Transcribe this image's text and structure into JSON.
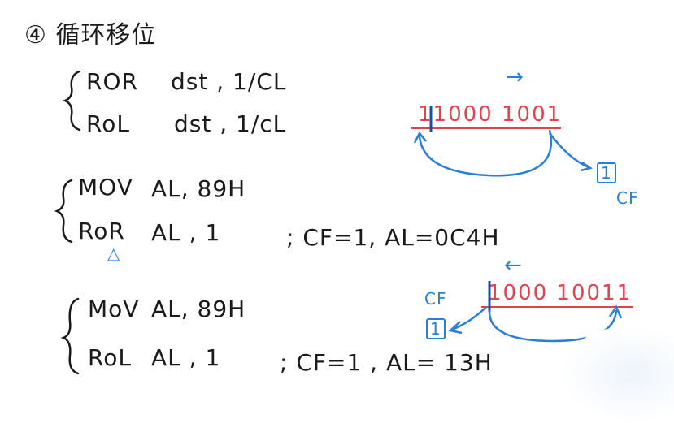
{
  "title": "④ 循环移位",
  "format": {
    "ror": {
      "mnemonic": "ROR",
      "operands": "dst , 1/CL"
    },
    "rol": {
      "mnemonic": "RoL",
      "operands": "dst , 1/cL"
    }
  },
  "example1": {
    "mov": {
      "mnemonic": "MOV",
      "operands": "AL, 89H"
    },
    "op": {
      "mnemonic": "RoR",
      "operands": "AL , 1"
    },
    "comment": "; CF=1,  AL=0C4H",
    "marker": "△"
  },
  "example2": {
    "mov": {
      "mnemonic": "MoV",
      "operands": "AL, 89H"
    },
    "op": {
      "mnemonic": "RoL",
      "operands": "AL , 1"
    },
    "comment": "; CF=1 , AL= 13H"
  },
  "diagram_ror": {
    "direction_arrow": "→",
    "bits_first": "1",
    "bits_rest": "1000 1001",
    "carry_label": "CF",
    "carry_value": "1"
  },
  "diagram_rol": {
    "direction_arrow": "←",
    "bits_main": "1000  10011",
    "carry_label": "CF",
    "carry_value": "1"
  },
  "colors": {
    "ink": "#1a1a1a",
    "blue": "#2a7fd4",
    "red": "#e0434d"
  }
}
